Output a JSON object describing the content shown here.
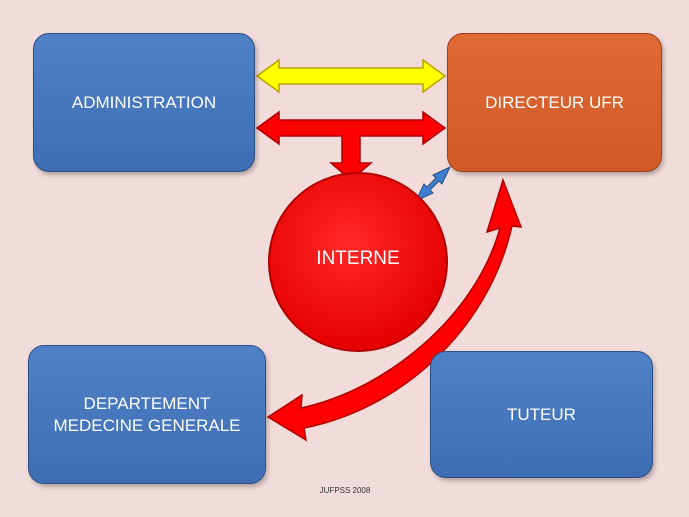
{
  "nodes": {
    "administration": "ADMINISTRATION",
    "directeur_ufr": "DIRECTEUR UFR",
    "interne": "INTERNE",
    "departement_line1": "DEPARTEMENT",
    "departement_line2": "MEDECINE GENERALE",
    "tuteur": "TUTEUR"
  },
  "footer": "JUFPSS 2008",
  "colors": {
    "background": "#f2dcdb",
    "box_blue": "#4f81c7",
    "box_orange": "#e06a35",
    "circle_red": "#ff0000",
    "arrow_yellow": "#ffff00",
    "arrow_red": "#ff0000",
    "arrow_small_blue": "#3d7ed1"
  }
}
